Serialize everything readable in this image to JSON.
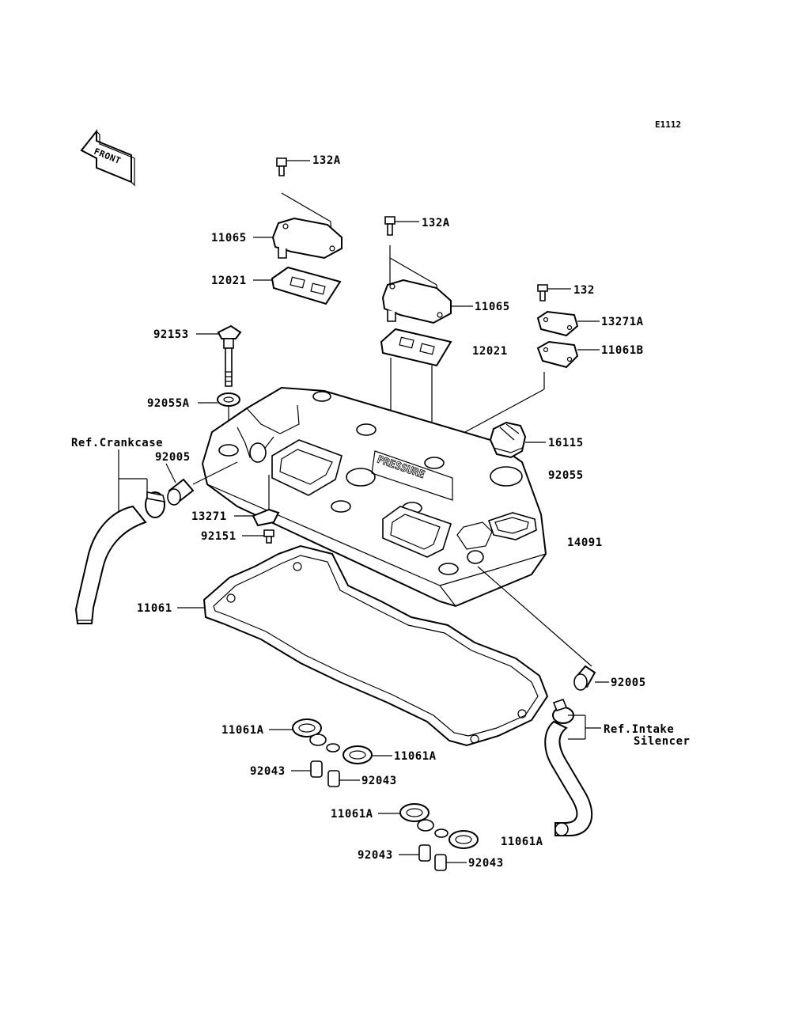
{
  "diagram": {
    "code": "E1112",
    "front_label": "FRONT",
    "parts": {
      "p132a_1": "132A",
      "p11065_1": "11065",
      "p12021_1": "12021",
      "p132a_2": "132A",
      "p11065_2": "11065",
      "p12021_2": "12021",
      "p132": "132",
      "p13271a": "13271A",
      "p11061b": "11061B",
      "p92153": "92153",
      "p92055a": "92055A",
      "ref_crankcase": "Ref.Crankcase",
      "p92005_1": "92005",
      "p16115": "16115",
      "p92055": "92055",
      "p13271": "13271",
      "p92151": "92151",
      "p14091": "14091",
      "p11061": "11061",
      "p92005_2": "92005",
      "ref_intake_1": "Ref.Intake",
      "ref_intake_2": "Silencer",
      "p11061a_1": "11061A",
      "p11061a_2": "11061A",
      "p92043_1": "92043",
      "p92043_2": "92043",
      "p11061a_3": "11061A",
      "p92043_3": "92043",
      "p92043_4": "92043",
      "p11061a_4": "11061A"
    }
  }
}
